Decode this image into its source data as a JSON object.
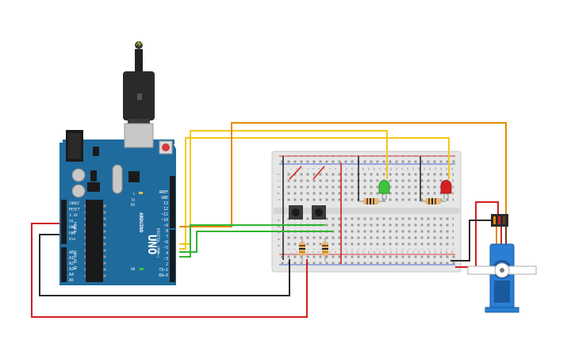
{
  "arduino": {
    "brand": "UNO",
    "logo_text": "ARDUINO",
    "power_header_label": "POWER",
    "analog_header_label": "ANALOG IN",
    "digital_header_label": "DIGITAL (PWM~)",
    "power_pins": [
      "IOREF",
      "RESET",
      "3.3V",
      "5V",
      "GND",
      "GND",
      "Vin"
    ],
    "analog_pins": [
      "A0",
      "A1",
      "A2",
      "A3",
      "A4",
      "A5"
    ],
    "digital_pins": [
      "AREF",
      "GND",
      "13",
      "12",
      "~11",
      "~10",
      "~9",
      "8",
      "7",
      "~6",
      "~5",
      "4",
      "~3",
      "2",
      "TX→1",
      "RX←0"
    ],
    "leds": [
      "L",
      "TX",
      "RX",
      "ON"
    ]
  },
  "breadboard": {
    "column_numbers": [
      "1",
      "2",
      "3",
      "4",
      "5",
      "6",
      "7",
      "8",
      "9",
      "10",
      "11",
      "12",
      "13",
      "14",
      "15",
      "16",
      "17",
      "18",
      "19",
      "20",
      "21",
      "22",
      "23",
      "24",
      "25",
      "26",
      "27",
      "28",
      "29",
      "30"
    ],
    "row_letters_top": [
      "j",
      "i",
      "h",
      "g",
      "f"
    ],
    "row_letters_bottom": [
      "e",
      "d",
      "c",
      "b",
      "a"
    ]
  },
  "components": {
    "led_green_color": "#3cc43c",
    "led_red_color": "#d42020",
    "servo_color": "#2a7fd4"
  },
  "wire_colors": {
    "yellow": "#f2c81a",
    "orange": "#e58a00",
    "green": "#2fb52f",
    "red": "#d21f1f",
    "black": "#2a2a2a"
  }
}
